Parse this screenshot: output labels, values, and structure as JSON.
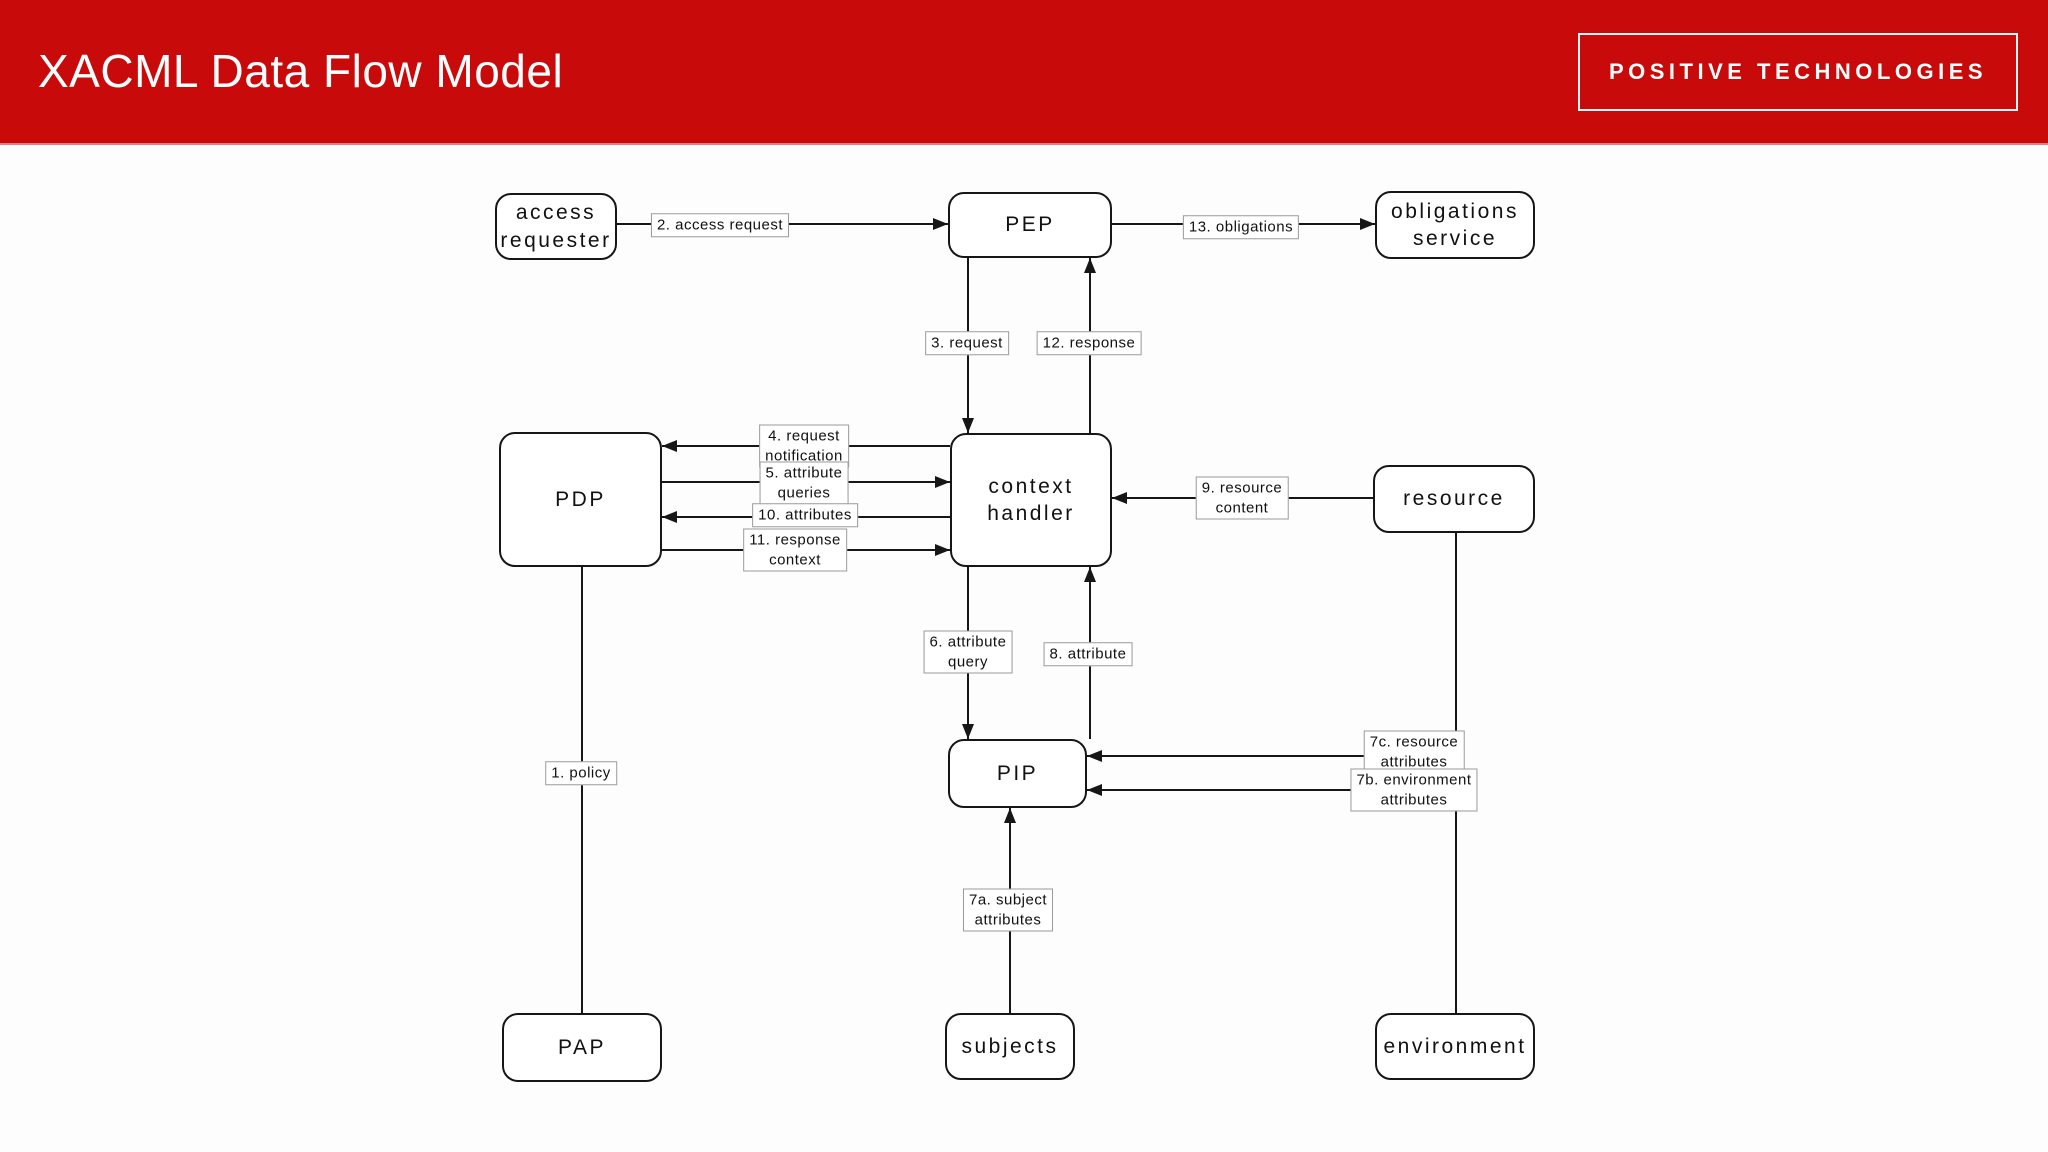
{
  "colors": {
    "header_bg": "#c80a0a",
    "header_text": "#ffffff",
    "diagram_line": "#161616"
  },
  "header": {
    "title": "XACML Data Flow Model",
    "brand": "POSITIVE TECHNOLOGIES"
  },
  "diagram": {
    "nodes": {
      "access_requester": {
        "label": "access\nrequester"
      },
      "pep": {
        "label": "PEP"
      },
      "obligations_service": {
        "label": "obligations\nservice"
      },
      "pdp": {
        "label": "PDP"
      },
      "context_handler": {
        "label": "context\nhandler"
      },
      "resource": {
        "label": "resource"
      },
      "pip": {
        "label": "PIP"
      },
      "pap": {
        "label": "PAP"
      },
      "subjects": {
        "label": "subjects"
      },
      "environment": {
        "label": "environment"
      }
    },
    "edges": {
      "e1": {
        "label": "1. policy",
        "from": "PAP",
        "to": "PDP"
      },
      "e2": {
        "label": "2. access request",
        "from": "access requester",
        "to": "PEP"
      },
      "e3": {
        "label": "3. request",
        "from": "PEP",
        "to": "context handler"
      },
      "e4": {
        "label": "4. request\nnotification",
        "from": "context handler",
        "to": "PDP"
      },
      "e5": {
        "label": "5. attribute\nqueries",
        "from": "PDP",
        "to": "context handler"
      },
      "e6": {
        "label": "6. attribute\nquery",
        "from": "context handler",
        "to": "PIP"
      },
      "e7a": {
        "label": "7a. subject\nattributes",
        "from": "subjects",
        "to": "PIP"
      },
      "e7b": {
        "label": "7b. environment\nattributes",
        "from": "environment",
        "to": "PIP"
      },
      "e7c": {
        "label": "7c. resource\nattributes",
        "from": "resource",
        "to": "PIP"
      },
      "e8": {
        "label": "8. attribute",
        "from": "PIP",
        "to": "context handler"
      },
      "e9": {
        "label": "9. resource\ncontent",
        "from": "resource",
        "to": "context handler"
      },
      "e10": {
        "label": "10. attributes",
        "from": "context handler",
        "to": "PDP"
      },
      "e11": {
        "label": "11. response\ncontext",
        "from": "PDP",
        "to": "context handler"
      },
      "e12": {
        "label": "12. response",
        "from": "context handler",
        "to": "PEP"
      },
      "e13": {
        "label": "13. obligations",
        "from": "PEP",
        "to": "obligations service"
      }
    }
  }
}
